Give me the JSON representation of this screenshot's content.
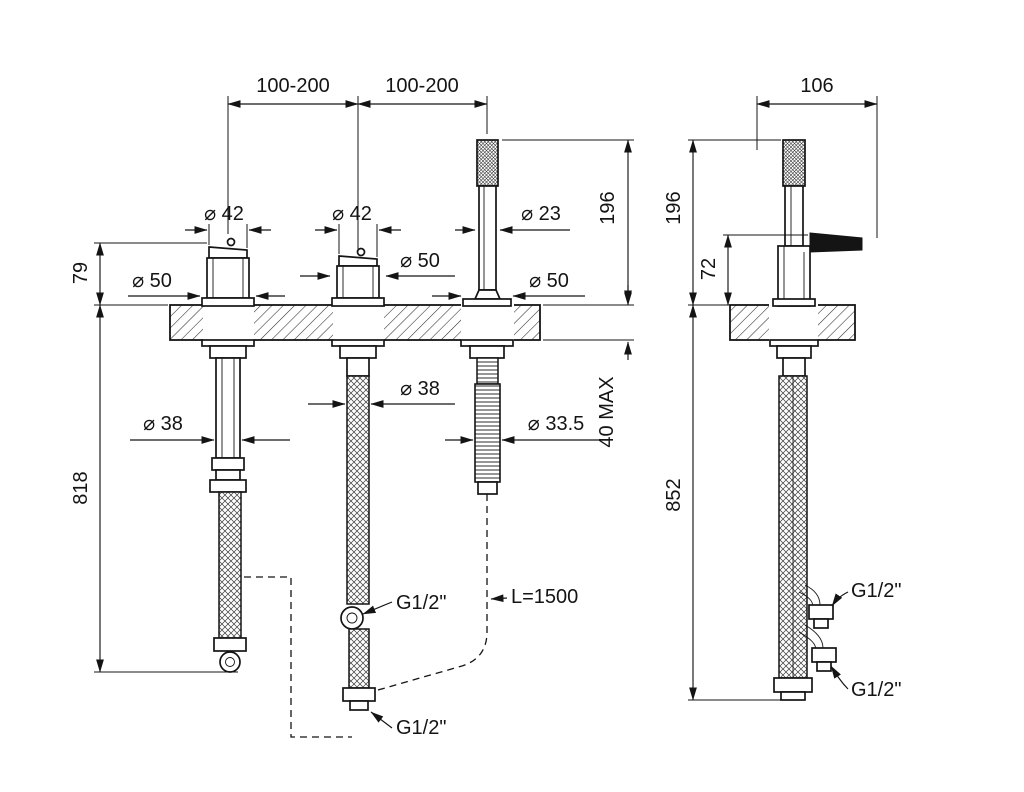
{
  "drawing": {
    "front": {
      "spacing_left": "100-200",
      "spacing_right": "100-200",
      "dia_handle_left": "⌀ 42",
      "dia_handle_mid": "⌀ 42",
      "dia_handshower": "⌀ 23",
      "height_above": "196",
      "handle_height": "79",
      "dia_base_left": "⌀ 50",
      "dia_base_mid": "⌀ 50",
      "dia_base_right": "⌀ 50",
      "dia_shank_left": "⌀ 38",
      "dia_shank_mid": "⌀ 38",
      "dia_shank_right": "⌀ 33.5",
      "deck_max": "40 MAX",
      "depth_below": "818",
      "hose_length": "L=1500",
      "thread_mid": "G1/2\"",
      "thread_bottom": "G1/2\""
    },
    "side": {
      "width": "106",
      "height_above": "196",
      "spout_height": "72",
      "depth_below": "852",
      "thread_top": "G1/2\"",
      "thread_bottom": "G1/2\""
    }
  }
}
